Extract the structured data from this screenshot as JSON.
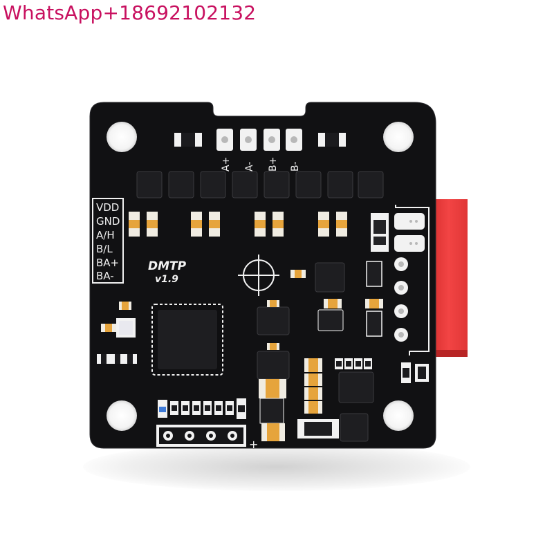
{
  "watermark": "WhatsApp+18692102132",
  "board": {
    "name": "DMTP",
    "version": "v1.9",
    "pin_labels": [
      "VDD",
      "GND",
      "A/H",
      "B/L",
      "BA+",
      "BA-"
    ],
    "motor_labels": [
      "A+",
      "A-",
      "B+",
      "B-"
    ],
    "header_polarity": "+",
    "colors": {
      "pcb": "#111113",
      "silkscreen": "#f2f2f2",
      "connector": "#e83a3a",
      "component": "#1e1e21",
      "cap_pad": "#f0ece2",
      "cap_body": "#e6a43c"
    }
  }
}
